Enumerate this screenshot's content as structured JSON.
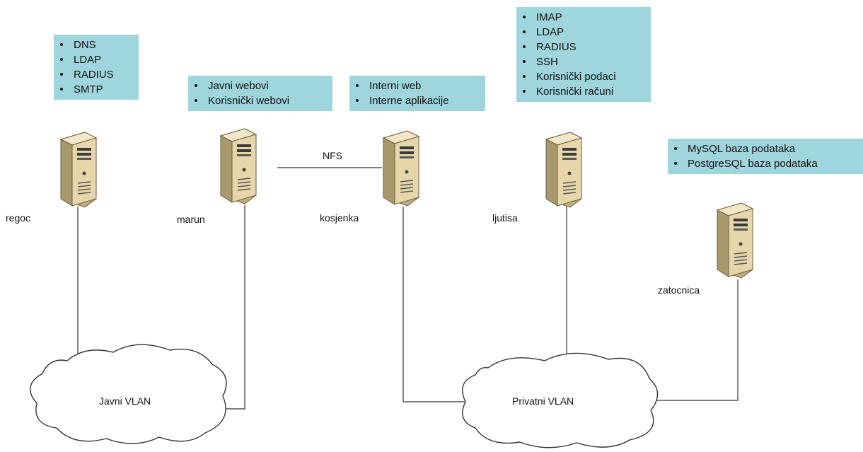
{
  "services": {
    "regoc": [
      "DNS",
      "LDAP",
      "RADIUS",
      "SMTP"
    ],
    "marun": [
      "Javni webovi",
      "Korisnički webovi"
    ],
    "kosjenka": [
      "Interni web",
      "Interne aplikacije"
    ],
    "ljutisa": [
      "IMAP",
      "LDAP",
      "RADIUS",
      "SSH",
      "Korisnički podaci",
      "Korisnički računi"
    ],
    "zatocnica": [
      "MySQL baza podataka",
      "PostgreSQL baza podataka"
    ]
  },
  "hosts": {
    "regoc": "regoc",
    "marun": "marun",
    "kosjenka": "kosjenka",
    "ljutisa": "ljutisa",
    "zatocnica": "zatocnica"
  },
  "links": {
    "nfs": "NFS"
  },
  "networks": {
    "public": "Javni VLAN",
    "private": "Privatni VLAN"
  },
  "colors": {
    "service_box": "#9fd5dc",
    "server_body": "#e6d6a9",
    "line": "#333333"
  }
}
